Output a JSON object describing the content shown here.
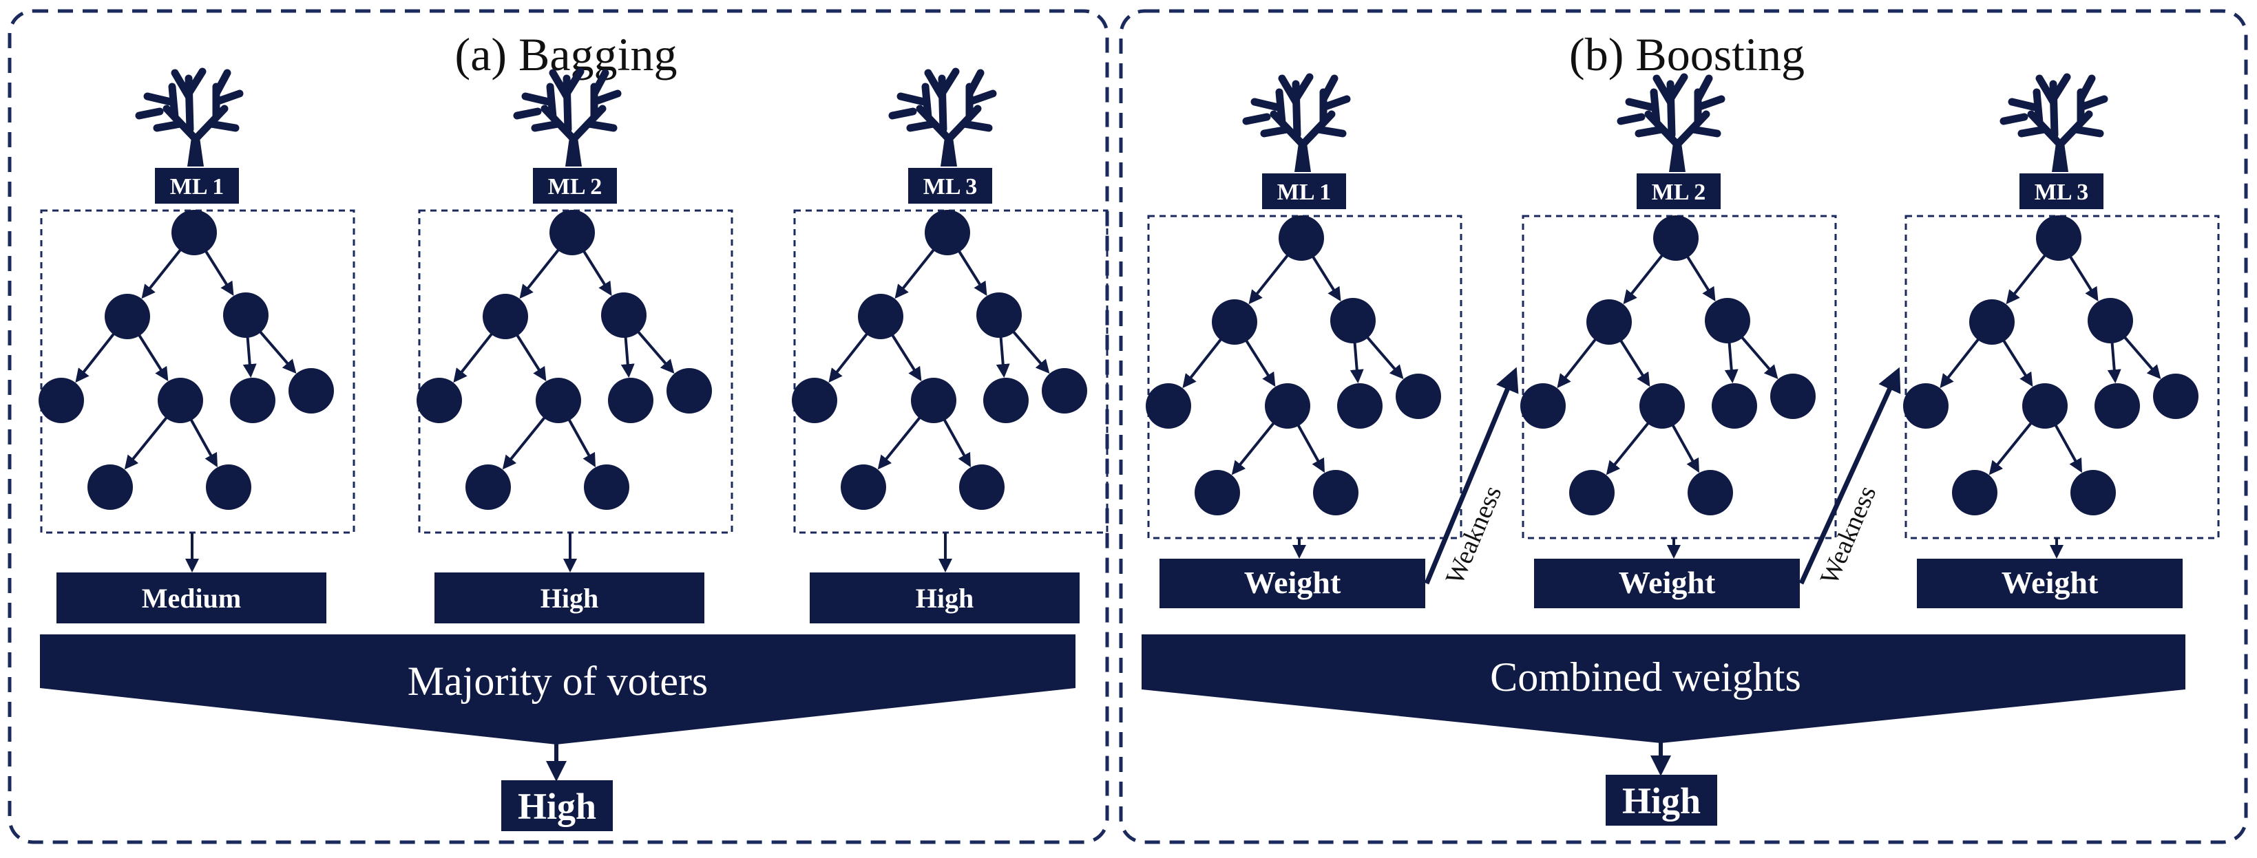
{
  "colors": {
    "navy": "#0f1a45",
    "border": "#1b2a5c",
    "text": "#111111",
    "background": "#ffffff"
  },
  "icons": {
    "model": "tree-silhouette-icon",
    "node": "filled-circle-node",
    "arrow": "arrow-line"
  },
  "bagging": {
    "title": "(a) Bagging",
    "models": [
      {
        "label": "ML 1",
        "output": "Medium"
      },
      {
        "label": "ML 2",
        "output": "High"
      },
      {
        "label": "ML 3",
        "output": "High"
      }
    ],
    "aggregator": "Majority of voters",
    "result": "High"
  },
  "boosting": {
    "title": "(b) Boosting",
    "models": [
      {
        "label": "ML 1",
        "output": "Weight"
      },
      {
        "label": "ML 2",
        "output": "Weight"
      },
      {
        "label": "ML 3",
        "output": "Weight"
      }
    ],
    "link_label": "Weakness",
    "aggregator": "Combined weights",
    "result": "High"
  }
}
